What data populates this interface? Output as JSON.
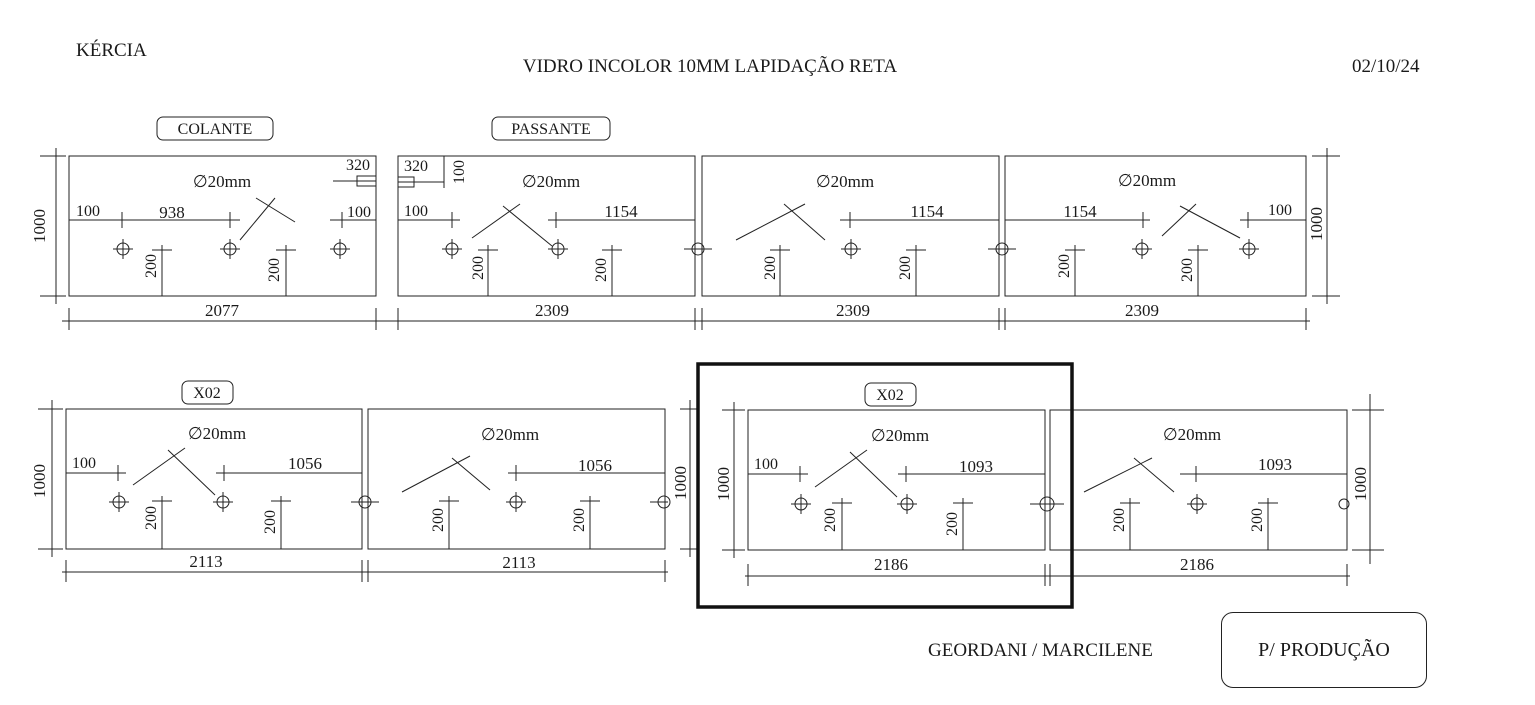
{
  "header": {
    "client": "KÉRCIA",
    "title": "VIDRO INCOLOR 10MM LAPIDAÇÃO RETA",
    "date": "02/10/24"
  },
  "footer": {
    "names": "GEORDANI / MARCILENE",
    "status": "P/ PRODUÇÃO"
  },
  "hole_label": "∅20mm",
  "rows": [
    {
      "height": "1000",
      "panels": [
        {
          "tag": "COLANTE",
          "width": "2077",
          "dims": {
            "left": "100",
            "mid": "938",
            "right": "100",
            "top_right": "320",
            "drops": [
              "200",
              "200"
            ]
          }
        },
        {
          "tag": "PASSANTE",
          "width": "2309",
          "dims": {
            "left": "100",
            "right_span": "1154",
            "top_left": "320",
            "top_left_v": "100",
            "drops": [
              "200",
              "200"
            ]
          }
        },
        {
          "width": "2309",
          "dims": {
            "right_span": "1154",
            "drops": [
              "200",
              "200"
            ]
          }
        },
        {
          "width": "2309",
          "dims": {
            "left_span": "1154",
            "right": "100",
            "drops": [
              "200",
              "200"
            ]
          }
        }
      ]
    },
    {
      "height": "1000",
      "panels": [
        {
          "tag": "X02",
          "width": "2113",
          "dims": {
            "left": "100",
            "right_span": "1056",
            "drops": [
              "200",
              "200"
            ]
          }
        },
        {
          "width": "2113",
          "dims": {
            "right_span": "1056",
            "drops": [
              "200",
              "200"
            ]
          }
        },
        {
          "tag": "X02",
          "width": "2186",
          "dims": {
            "left": "100",
            "right_span": "1093",
            "drops": [
              "200",
              "200"
            ]
          }
        },
        {
          "width": "2186",
          "dims": {
            "right_span": "1093",
            "drops": [
              "200",
              "200"
            ]
          }
        }
      ]
    }
  ]
}
